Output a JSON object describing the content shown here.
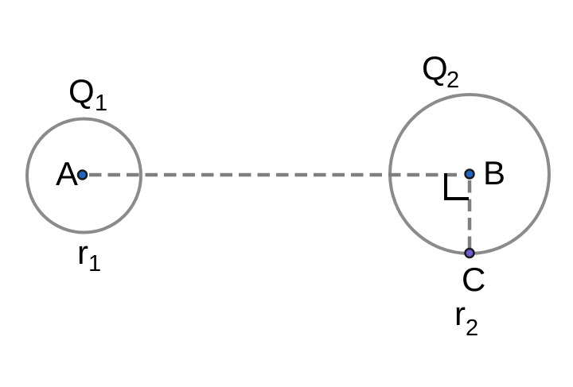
{
  "figure": {
    "labels": {
      "q1": {
        "base": "Q",
        "sub": "1"
      },
      "q2": {
        "base": "Q",
        "sub": "2"
      },
      "r1": {
        "base": "r",
        "sub": "1"
      },
      "r2": {
        "base": "r",
        "sub": "2"
      },
      "point_a": "A",
      "point_b": "B",
      "point_c": "C"
    },
    "colors": {
      "background": "#ffffff",
      "circle_stroke": "#8b8b8b",
      "dashed_line": "#7f7f7f",
      "right_angle": "#000000",
      "point_fill_blue": "#1e66c2",
      "point_fill_purple": "#6f5ed6",
      "point_outline": "#1b1b1b",
      "label_text": "#000000"
    }
  }
}
